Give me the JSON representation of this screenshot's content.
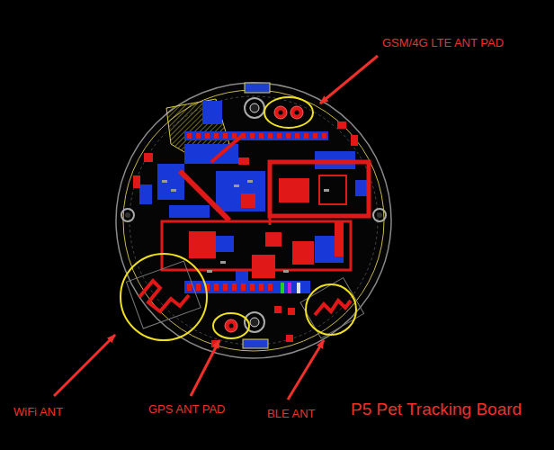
{
  "diagram": {
    "title": "P5 Pet Tracking Board",
    "labels": [
      "GSM/4G LTE ANT PAD",
      "WiFi ANT",
      "GPS ANT PAD",
      "BLE ANT"
    ]
  }
}
